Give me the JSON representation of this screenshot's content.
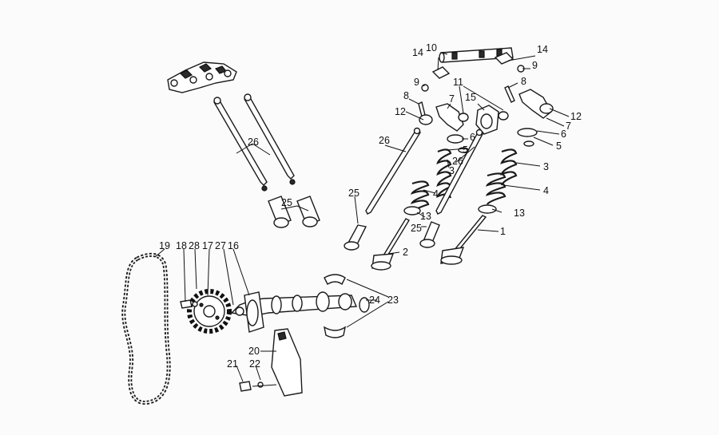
{
  "diagram": {
    "callouts": [
      {
        "id": "c1",
        "text": "14"
      },
      {
        "id": "c2",
        "text": "10"
      },
      {
        "id": "c3",
        "text": "14"
      },
      {
        "id": "c4",
        "text": "9"
      },
      {
        "id": "c5",
        "text": "9"
      },
      {
        "id": "c6",
        "text": "8"
      },
      {
        "id": "c7",
        "text": "11"
      },
      {
        "id": "c8",
        "text": "8"
      },
      {
        "id": "c9",
        "text": "15"
      },
      {
        "id": "c10",
        "text": "12"
      },
      {
        "id": "c11",
        "text": "7"
      },
      {
        "id": "c12",
        "text": "12"
      },
      {
        "id": "c13",
        "text": "7"
      },
      {
        "id": "c14",
        "text": "6"
      },
      {
        "id": "c15",
        "text": "26"
      },
      {
        "id": "c16",
        "text": "6"
      },
      {
        "id": "c17",
        "text": "5"
      },
      {
        "id": "c18",
        "text": "5"
      },
      {
        "id": "c19",
        "text": "26"
      },
      {
        "id": "c20",
        "text": "3"
      },
      {
        "id": "c21",
        "text": "3"
      },
      {
        "id": "c22",
        "text": "26"
      },
      {
        "id": "c23",
        "text": "4"
      },
      {
        "id": "c24",
        "text": "4"
      },
      {
        "id": "c25",
        "text": "25"
      },
      {
        "id": "c26",
        "text": "25"
      },
      {
        "id": "c27",
        "text": "13"
      },
      {
        "id": "c28",
        "text": "13"
      },
      {
        "id": "c29",
        "text": "25"
      },
      {
        "id": "c30",
        "text": "1"
      },
      {
        "id": "c31",
        "text": "2"
      },
      {
        "id": "c32",
        "text": "19"
      },
      {
        "id": "c33",
        "text": "18"
      },
      {
        "id": "c34",
        "text": "28"
      },
      {
        "id": "c35",
        "text": "17"
      },
      {
        "id": "c36",
        "text": "27"
      },
      {
        "id": "c37",
        "text": "16"
      },
      {
        "id": "c38",
        "text": "24"
      },
      {
        "id": "c39",
        "text": "23"
      },
      {
        "id": "c40",
        "text": "20"
      },
      {
        "id": "c41",
        "text": "21"
      },
      {
        "id": "c42",
        "text": "22"
      }
    ]
  }
}
